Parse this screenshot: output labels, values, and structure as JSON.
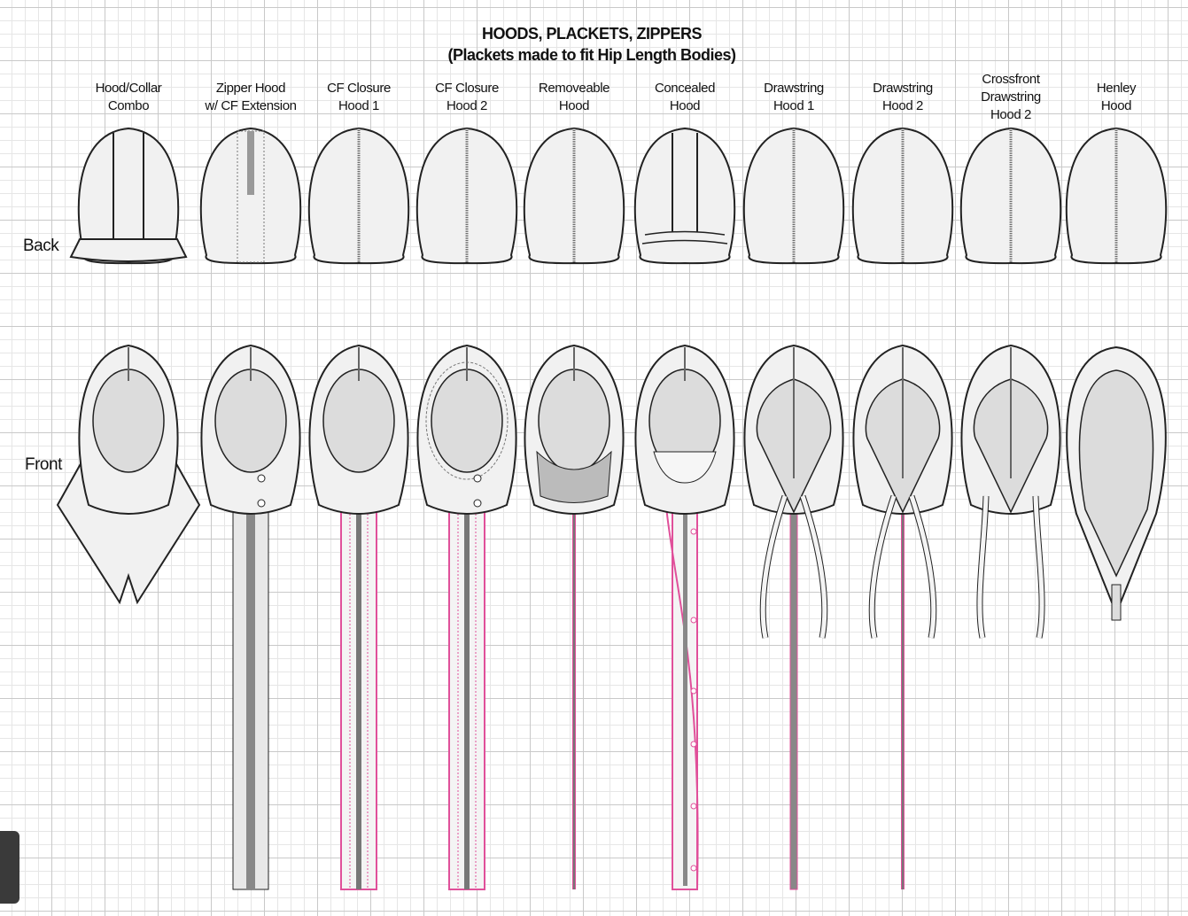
{
  "title": "HOODS, PLACKETS, ZIPPERS",
  "subtitle": "(Plackets made to fit Hip Length Bodies)",
  "row_labels": {
    "back": "Back",
    "front": "Front"
  },
  "colors": {
    "pink": "#e0509a",
    "gray": "#8a8a8a",
    "fill": "#f1f1f1",
    "face": "#dcdcdc"
  },
  "columns": [
    {
      "label": [
        "Hood/Collar",
        "Combo"
      ],
      "front": "collar",
      "placket": "none"
    },
    {
      "label": [
        "Zipper Hood",
        "w/ CF Extension"
      ],
      "front": "zipper",
      "placket": "gray"
    },
    {
      "label": [
        "CF Closure",
        "Hood 1"
      ],
      "front": "closure",
      "placket": "pink"
    },
    {
      "label": [
        "CF Closure",
        "Hood 2"
      ],
      "front": "fur",
      "placket": "pink"
    },
    {
      "label": [
        "Removeable",
        "Hood"
      ],
      "front": "rib",
      "placket": "pink-line"
    },
    {
      "label": [
        "Concealed",
        "Hood"
      ],
      "front": "concealed",
      "placket": "pink-curve"
    },
    {
      "label": [
        "Drawstring",
        "Hood 1"
      ],
      "front": "drawstring",
      "placket": "gray-line"
    },
    {
      "label": [
        "Drawstring",
        "Hood 2"
      ],
      "front": "drawstring",
      "placket": "pink-line"
    },
    {
      "label": [
        "Crossfront",
        "Drawstring",
        "Hood 2"
      ],
      "front": "crossfront",
      "placket": "none"
    },
    {
      "label": [
        "Henley",
        "Hood"
      ],
      "front": "henley",
      "placket": "none"
    }
  ]
}
